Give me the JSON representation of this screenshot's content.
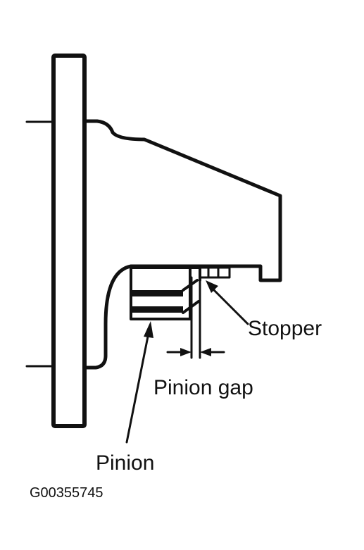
{
  "labels": {
    "stopper": "Stopper",
    "pinion_gap": "Pinion gap",
    "pinion": "Pinion",
    "figure_code": "G00355745"
  },
  "colors": {
    "ink": "#111111",
    "background": "#ffffff"
  }
}
